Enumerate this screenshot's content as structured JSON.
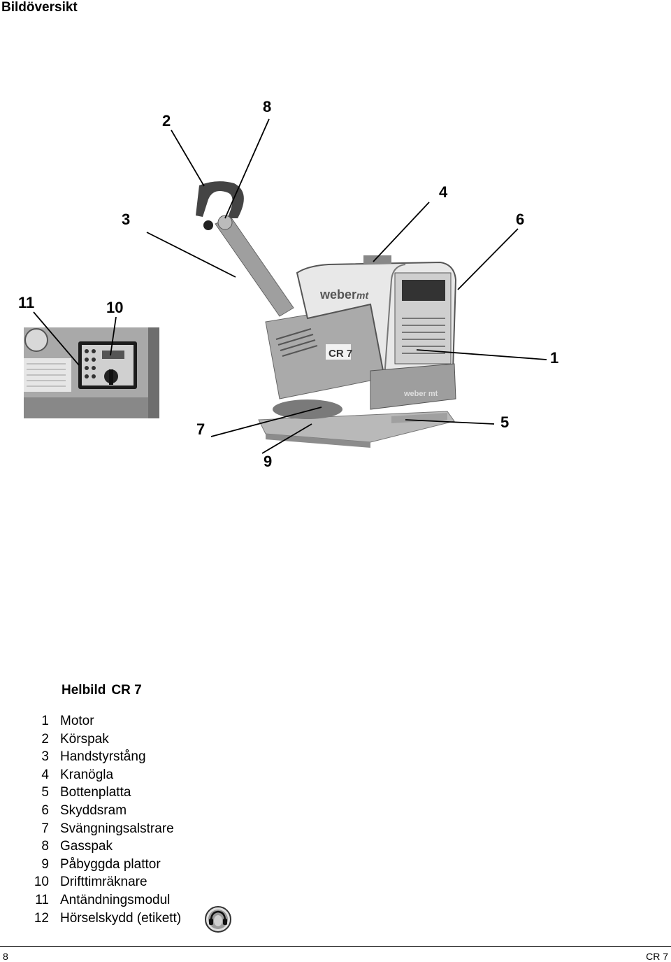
{
  "page_title": "Bildöversikt",
  "callouts": {
    "c1": "1",
    "c2": "2",
    "c3": "3",
    "c4": "4",
    "c5": "5",
    "c6": "6",
    "c7": "7",
    "c8": "8",
    "c9": "9",
    "c10": "10",
    "c11": "11"
  },
  "machine_badge": "CR 7",
  "machine_brand": "weber mt",
  "caption": {
    "label": "Helbild",
    "model": "CR 7"
  },
  "legend": [
    {
      "num": "1",
      "text": "Motor"
    },
    {
      "num": "2",
      "text": "Körspak"
    },
    {
      "num": "3",
      "text": "Handstyrstång"
    },
    {
      "num": "4",
      "text": "Kranögla"
    },
    {
      "num": "5",
      "text": "Bottenplatta"
    },
    {
      "num": "6",
      "text": "Skyddsram"
    },
    {
      "num": "7",
      "text": "Svängningsalstrare"
    },
    {
      "num": "8",
      "text": "Gasspak"
    },
    {
      "num": "9",
      "text": "Påbyggda plattor"
    },
    {
      "num": "10",
      "text": "Drifttimräknare"
    },
    {
      "num": "11",
      "text": "Antändningsmodul"
    },
    {
      "num": "12",
      "text": "Hörselskydd (etikett)"
    }
  ],
  "hearing_protection_icon": "ear-protection-icon",
  "footer": {
    "page_number": "8",
    "model": "CR 7"
  }
}
